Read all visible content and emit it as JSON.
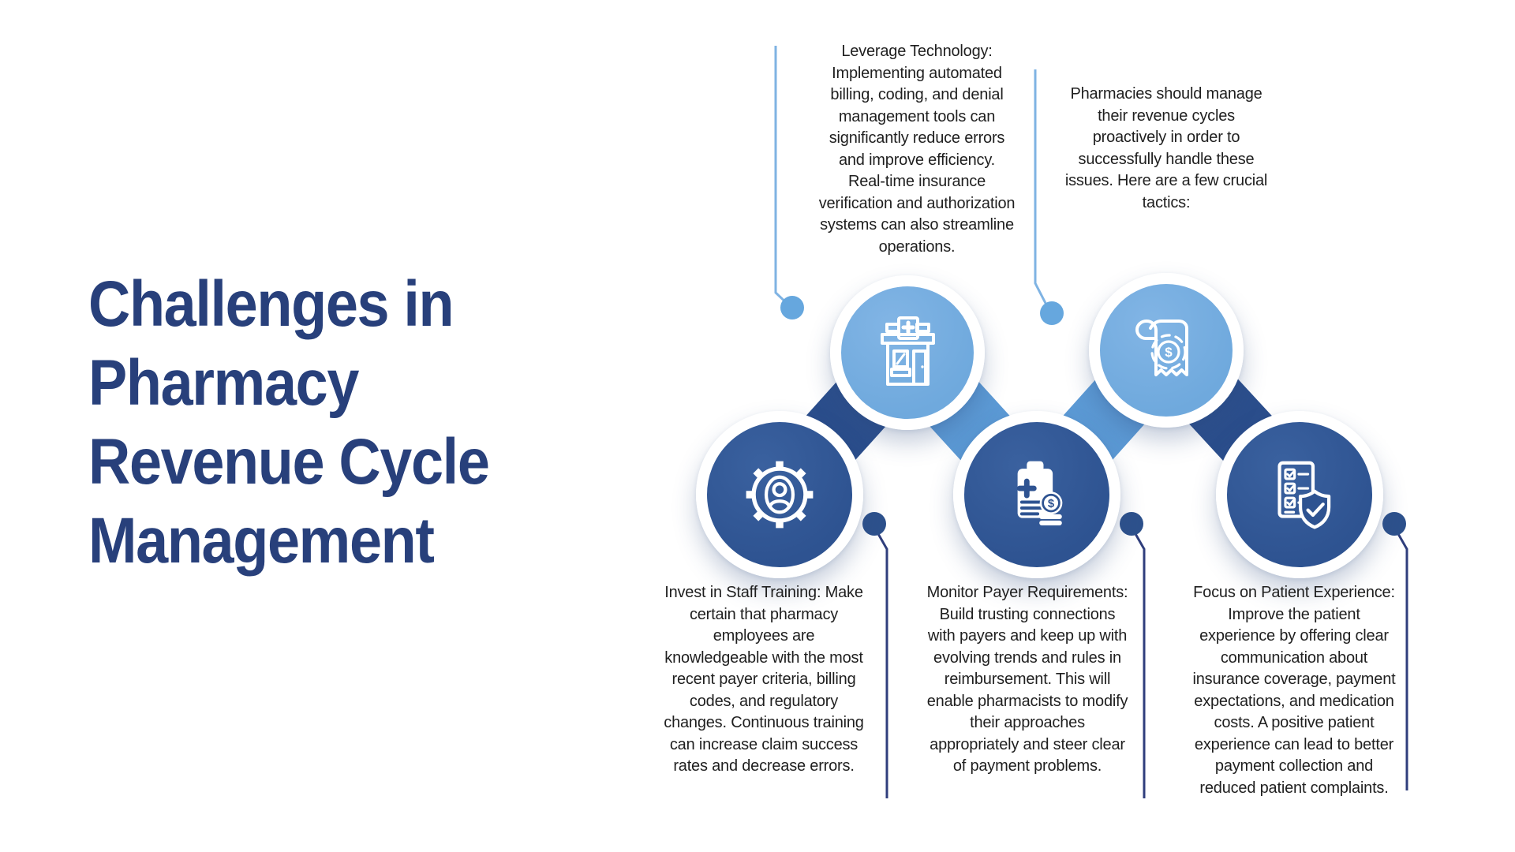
{
  "colors": {
    "background": "#FFFFFF",
    "title_text": "#28407B",
    "body_text": "#1F1F1F",
    "circle_light": "#6FA9DD",
    "circle_light_hi": "#82B5E5",
    "circle_dark": "#2E5391",
    "circle_dark_hi": "#3A619F",
    "band_dark": "#2B4E8C",
    "band_light": "#5C9AD5",
    "dot_light": "#66A7DE",
    "dot_dark": "#2D518C",
    "line_light": "#7FB3E3",
    "line_dark": "#2F3E7C"
  },
  "glyphs": {
    "dollar": "$"
  },
  "title": {
    "lines": [
      "Challenges in",
      "Pharmacy",
      "Revenue Cycle",
      "Management"
    ]
  },
  "intro": {
    "icon": "billing-receipt-icon",
    "lines": [
      "Pharmacies should manage",
      "their revenue cycles",
      "proactively in order to",
      "successfully handle these",
      "issues. Here are a few crucial",
      "tactics:"
    ]
  },
  "tactics": [
    {
      "id": "leverage-technology",
      "icon": "pharmacy-store-icon",
      "lines": [
        "Leverage Technology:",
        "Implementing automated",
        "billing, coding, and denial",
        "management tools can",
        "significantly reduce errors",
        "and improve efficiency.",
        "Real-time insurance",
        "verification and authorization",
        "systems can also streamline",
        "operations."
      ]
    },
    {
      "id": "invest-in-staff-training",
      "icon": "gear-person-icon",
      "lines": [
        "Invest in Staff Training: Make",
        "certain that pharmacy",
        "employees are",
        "knowledgeable with the most",
        "recent payer criteria, billing",
        "codes, and regulatory",
        "changes. Continuous training",
        "can increase claim success",
        "rates and decrease errors."
      ]
    },
    {
      "id": "monitor-payer-requirements",
      "icon": "clipboard-payment-icon",
      "lines": [
        "Monitor Payer Requirements:",
        "Build trusting connections",
        "with payers and keep up with",
        "evolving trends and rules in",
        "reimbursement. This will",
        "enable pharmacists to modify",
        "their approaches",
        "appropriately and steer clear",
        "of payment problems."
      ]
    },
    {
      "id": "focus-on-patient-experience",
      "icon": "checklist-shield-icon",
      "lines": [
        "Focus on Patient Experience:",
        "Improve the patient",
        "experience by offering clear",
        "communication about",
        "insurance coverage, payment",
        "expectations, and medication",
        "costs. A positive patient",
        "experience can lead to better",
        "payment collection and",
        "reduced patient complaints."
      ]
    }
  ]
}
